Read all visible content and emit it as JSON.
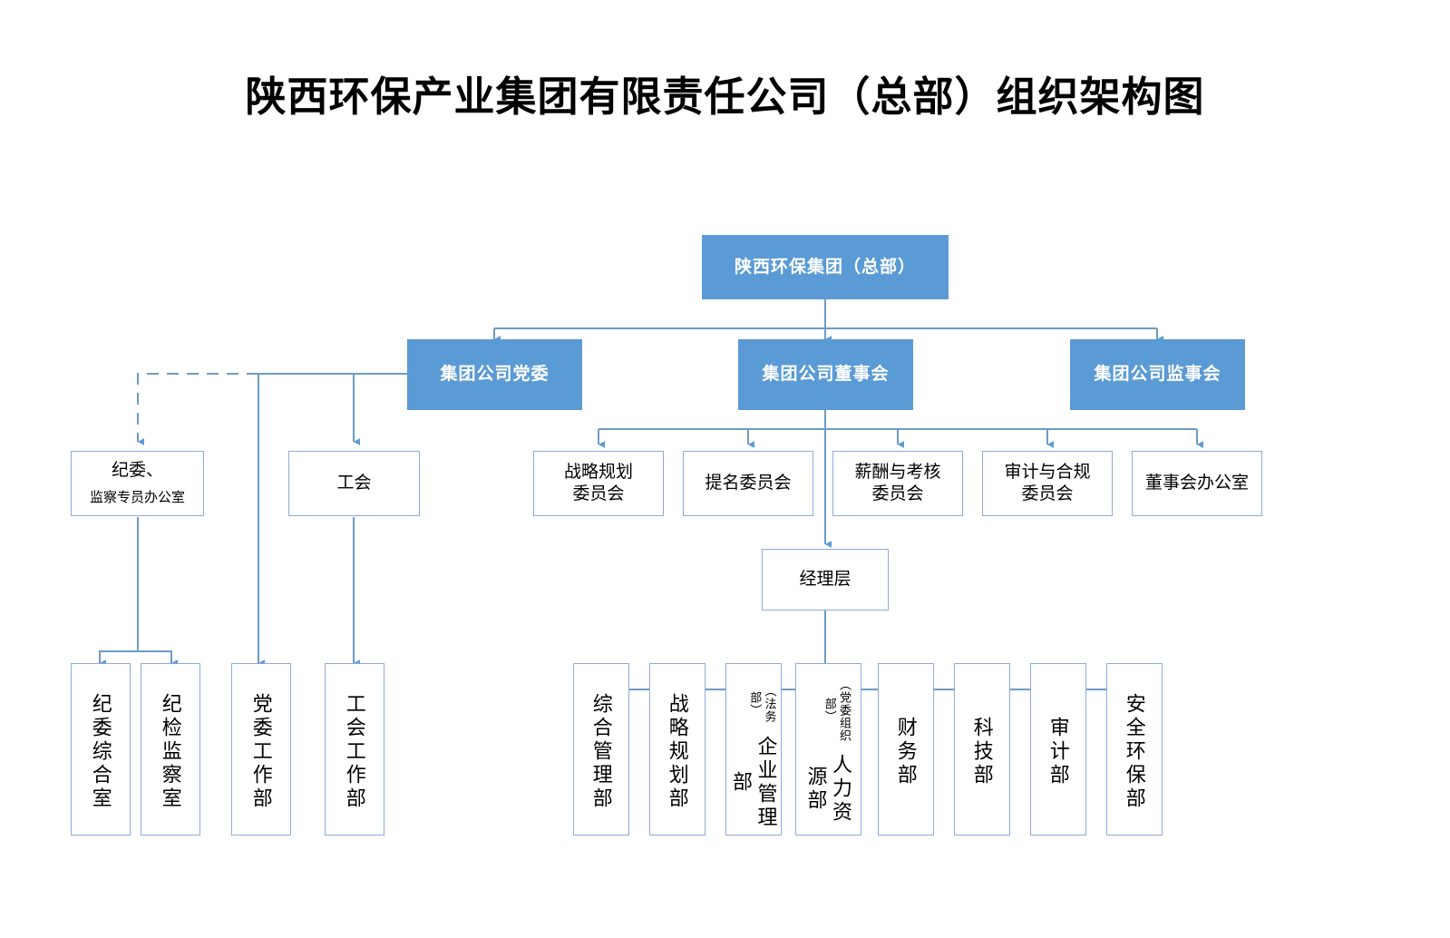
{
  "title": "陕西环保产业集团有限责任公司（总部）组织架构图",
  "theme": {
    "node_blue": "#5B9BD5",
    "node_border": "#8EAADB",
    "connector": "#6E9BC5",
    "background": "#FFFFFF",
    "text_dark": "#000000",
    "text_light": "#FFFFFF"
  },
  "root": {
    "label": "陕西环保集团（总部）"
  },
  "level2": [
    {
      "label": "集团公司党委"
    },
    {
      "label": "集团公司董事会"
    },
    {
      "label": "集团公司监事会"
    }
  ],
  "party_branch": [
    {
      "label_main": "纪委、",
      "label_sub": "监察专员办公室"
    },
    {
      "label_main": "工会",
      "label_sub": ""
    }
  ],
  "committees": [
    {
      "line1": "战略规划",
      "line2": "委员会"
    },
    {
      "line1": "提名委员会",
      "line2": ""
    },
    {
      "line1": "薪酬与考核",
      "line2": "委员会"
    },
    {
      "line1": "审计与合规",
      "line2": "委员会"
    },
    {
      "line1": "董事会办公室",
      "line2": ""
    }
  ],
  "management": {
    "label": "经理层"
  },
  "left_departments": [
    {
      "label": "纪委综合室",
      "annotation": ""
    },
    {
      "label": "纪检监察室",
      "annotation": ""
    },
    {
      "label": "党委工作部",
      "annotation": ""
    },
    {
      "label": "工会工作部",
      "annotation": ""
    }
  ],
  "departments": [
    {
      "label": "综合管理部",
      "annotation": ""
    },
    {
      "label": "战略规划部",
      "annotation": ""
    },
    {
      "label": "企业管理部",
      "annotation": "（法务部）"
    },
    {
      "label": "人力资源部",
      "annotation": "（党委组织部）"
    },
    {
      "label": "财务部",
      "annotation": ""
    },
    {
      "label": "科技部",
      "annotation": ""
    },
    {
      "label": "审计部",
      "annotation": ""
    },
    {
      "label": "安全环保部",
      "annotation": ""
    }
  ]
}
